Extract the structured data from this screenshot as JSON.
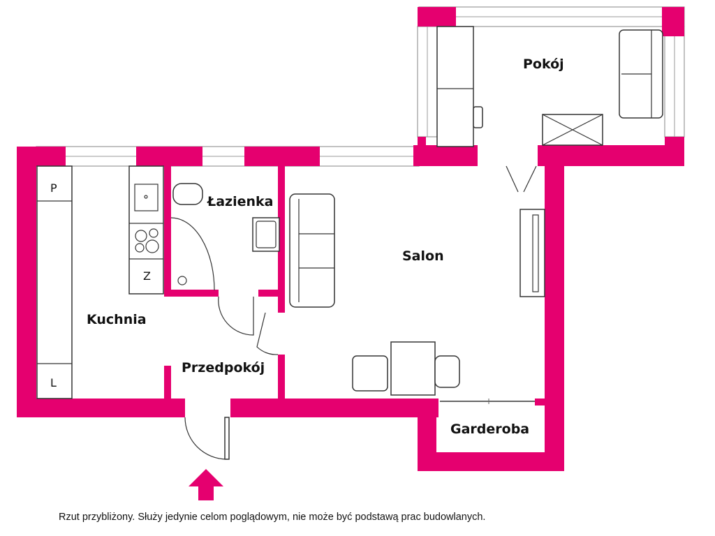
{
  "rooms": {
    "pokoj": "Pokój",
    "lazienka": "Łazienka",
    "salon": "Salon",
    "kuchnia": "Kuchnia",
    "przedpokoj": "Przedpokój",
    "garderoba": "Garderoba"
  },
  "appliances": {
    "fridge": "P",
    "cabinet_l": "L",
    "cabinet_z": "Z"
  },
  "footer_note": "Rzut przybliżony. Służy jedynie celom poglądowym, nie może być podstawą prac budowlanych.",
  "colors": {
    "wall": "#e5006f",
    "entrance_arrow": "#e5006f"
  }
}
